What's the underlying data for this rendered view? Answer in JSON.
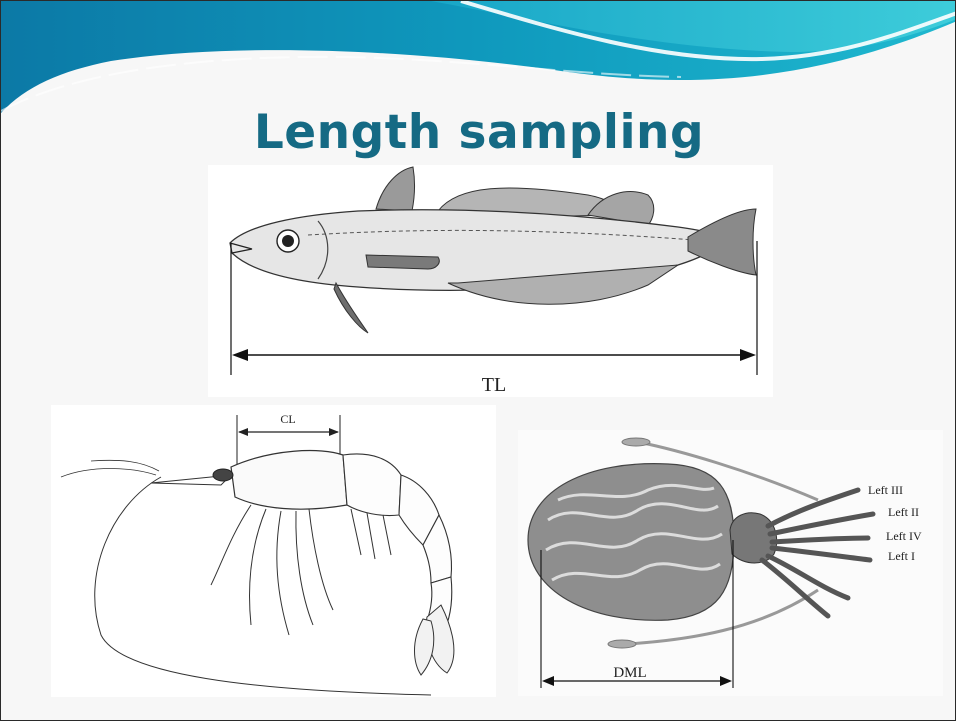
{
  "slide": {
    "title": "Length sampling",
    "colors": {
      "title": "#156a84",
      "wave_dark": "#0e8fb4",
      "wave_light": "#22c2d6",
      "background": "#f7f7f7"
    }
  },
  "figures": {
    "fish": {
      "measure_label": "TL"
    },
    "shrimp": {
      "measure_label": "CL"
    },
    "cuttlefish": {
      "measure_label": "DML",
      "arm_labels": [
        "Left III",
        "Left II",
        "Left IV",
        "Left I"
      ]
    }
  }
}
